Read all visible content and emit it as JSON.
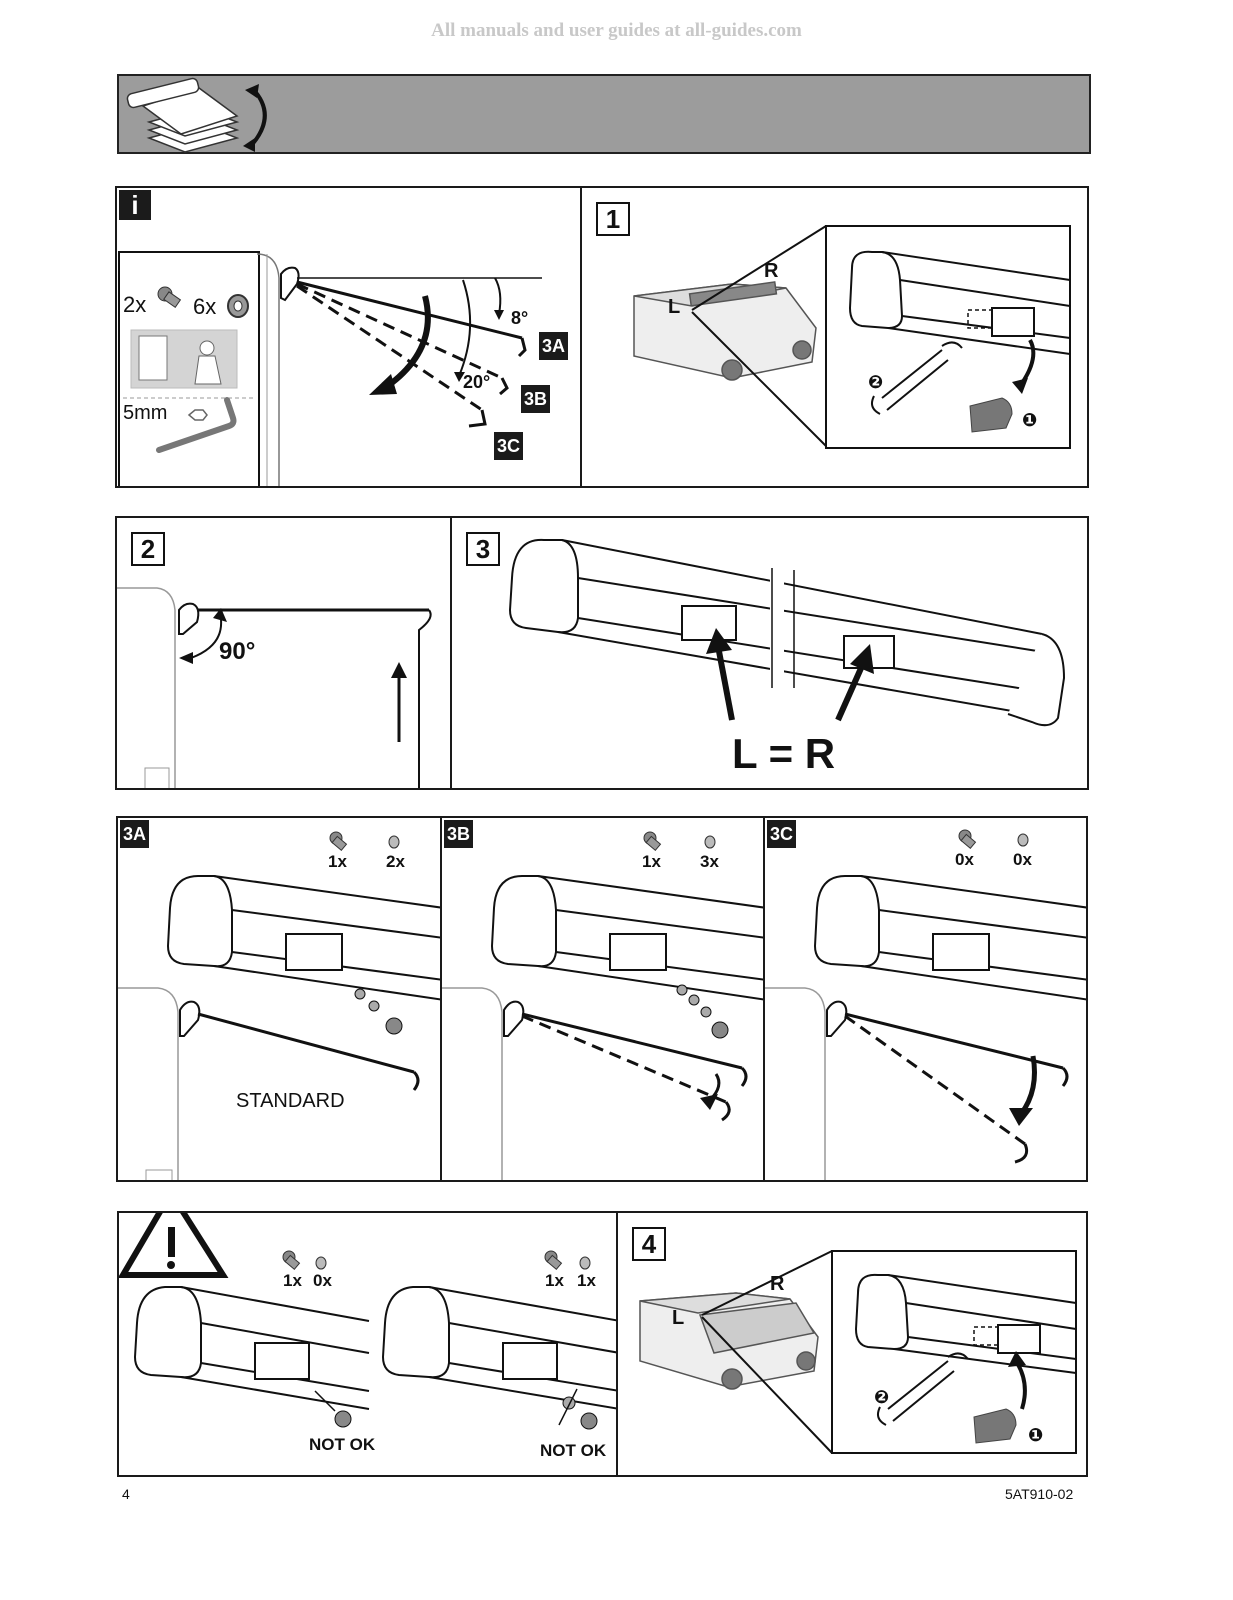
{
  "watermark": "All manuals and user guides at all-guides.com",
  "info_panel": {
    "badge": "i",
    "qty_screw": "2x",
    "qty_washer": "6x",
    "hex_key": "5mm",
    "angle_small": "8°",
    "angle_large": "20°",
    "tag_a": "3A",
    "tag_b": "3B",
    "tag_c": "3C"
  },
  "step1": {
    "badge": "1",
    "right_label": "R",
    "left_label": "L",
    "callout_1": "❶",
    "callout_2": "❷"
  },
  "step2": {
    "badge": "2",
    "angle": "90°"
  },
  "step3": {
    "badge": "3",
    "equation": "L = R"
  },
  "step3a": {
    "tag": "3A",
    "screw_qty": "1x",
    "washer_qty": "2x",
    "caption": "STANDARD"
  },
  "step3b": {
    "tag": "3B",
    "screw_qty": "1x",
    "washer_qty": "3x"
  },
  "step3c": {
    "tag": "3C",
    "screw_qty": "0x",
    "washer_qty": "0x"
  },
  "warning": {
    "left": {
      "screw_qty": "1x",
      "washer_qty": "0x",
      "caption": "NOT OK"
    },
    "right": {
      "screw_qty": "1x",
      "washer_qty": "1x",
      "caption": "NOT OK"
    }
  },
  "step4": {
    "badge": "4",
    "right_label": "R",
    "left_label": "L",
    "callout_1": "❶",
    "callout_2": "❷"
  },
  "footer": {
    "page_number": "4",
    "doc_code": "5AT910-02"
  }
}
